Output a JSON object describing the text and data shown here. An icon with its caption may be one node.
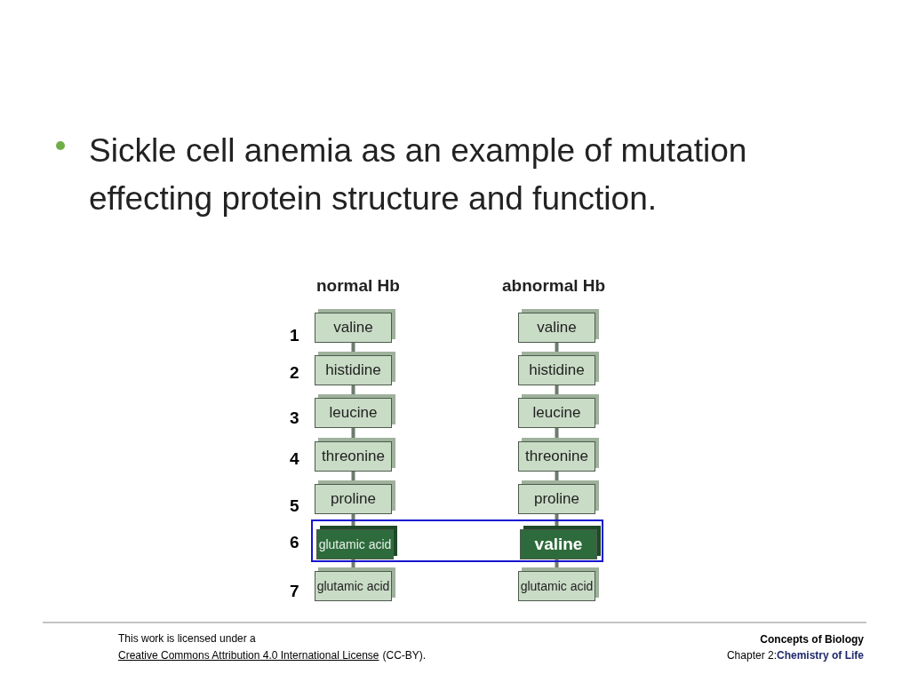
{
  "diagram": {
    "nodes": [
      {
        "text": [],
        "shape": "box"
      },
      {
        "text": [
          "valine"
        ]
      },
      {
        "text": [
          "histidine"
        ]
      },
      {
        "text": [
          "leucine"
        ]
      },
      {
        "text": [
          "threonine"
        ]
      },
      {
        "text": [
          "proline"
        ]
      },
      {
        "text": [
          "glutamic acid"
        ],
        "in": 0
      },
      {
        "text": [
          "glutamic acid"
        ]
      },
      {
        "text": [
          "valine"
        ]
      },
      {
        "text": [
          "histidine"
        ]
      },
      {
        "text": [
          "leucine"
        ]
      },
      {
        "text": [
          "threonine"
        ]
      },
      {
        "text": [
          "proline"
        ]
      },
      {
        "text": [
          "valine"
        ],
        "in": 0
      },
      {
        "text": [
          "glutamic acid"
        ]
      }
    ],
    "edges": [
      {
        "from": 1,
        "to": 2,
        "arrow": "none"
      },
      {
        "from": 2,
        "to": 3,
        "arrow": "none"
      },
      {
        "from": 3,
        "to": 4,
        "arrow": "none"
      },
      {
        "from": 4,
        "to": 5,
        "arrow": "none"
      },
      {
        "from": 5,
        "to": 6,
        "arrow": "none"
      },
      {
        "from": 6,
        "to": 7,
        "arrow": "none"
      },
      {
        "from": 8,
        "to": 9,
        "arrow": "none"
      },
      {
        "from": 9,
        "to": 10,
        "arrow": "none"
      },
      {
        "from": 10,
        "to": 11,
        "arrow": "none"
      },
      {
        "from": 11,
        "to": 12,
        "arrow": "none"
      },
      {
        "from": 12,
        "to": 13,
        "arrow": "none"
      },
      {
        "from": 13,
        "to": 14,
        "arrow": "none"
      }
    ],
    "labels": [
      "Sickle cell anemia as an example of mutation effecting protein structure and function.",
      "normal Hb",
      "abnormal Hb",
      "1",
      "2",
      "3",
      "4",
      "5",
      "6",
      "7",
      "This work is licensed under a",
      "Creative Commons Attribution 4.0 International License",
      "(CC-BY).",
      "Concepts of Biology",
      "Chapter 2:**Chemistry of Life**"
    ]
  }
}
